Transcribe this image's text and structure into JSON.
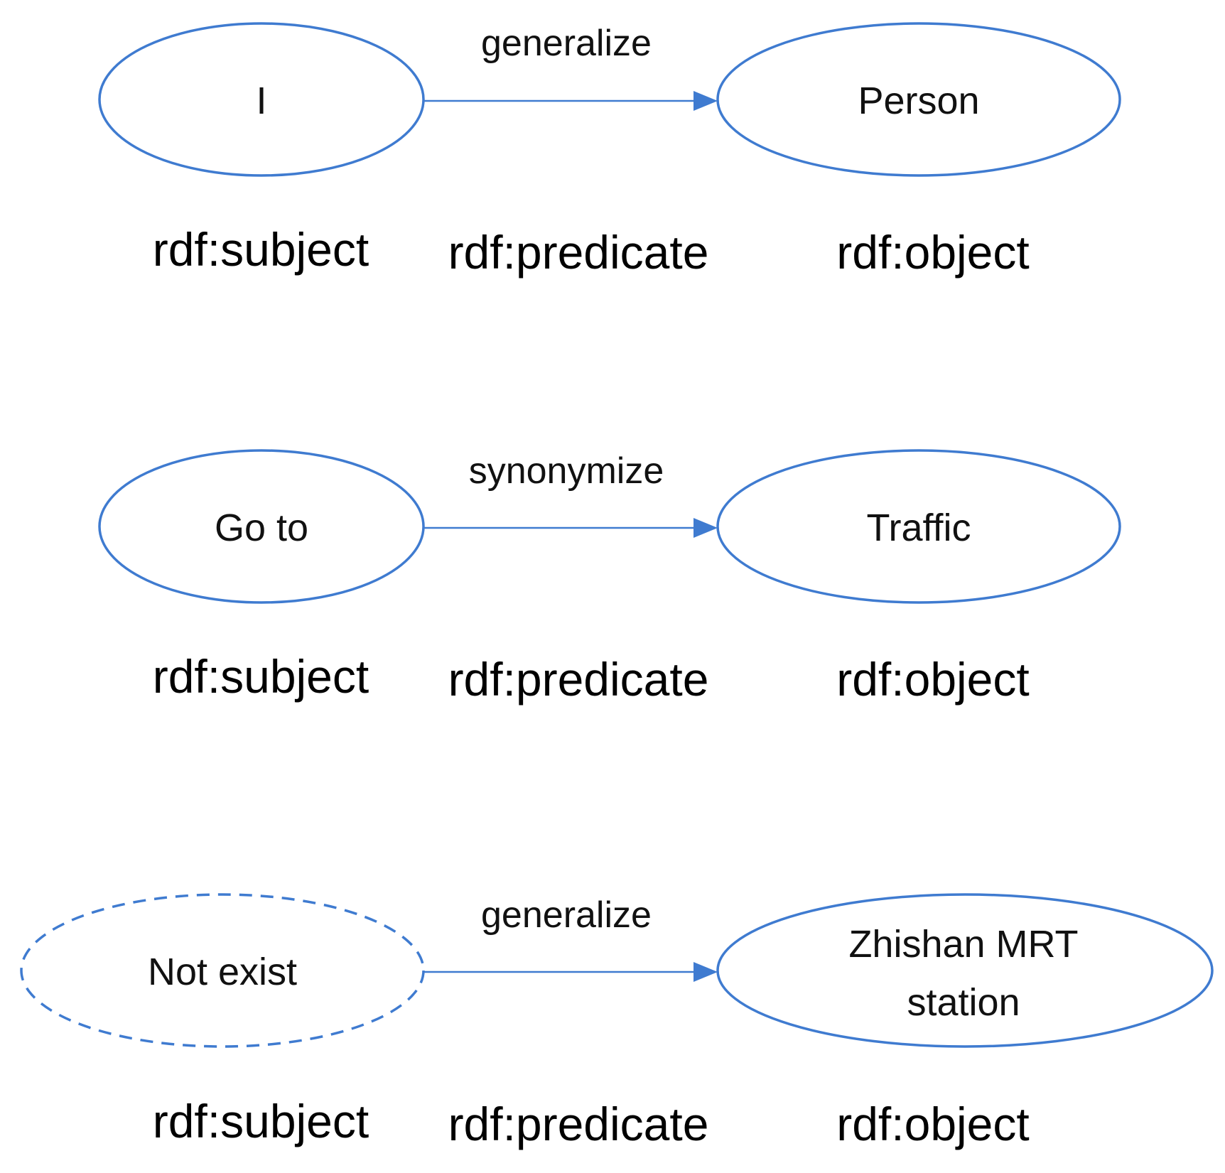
{
  "colors": {
    "stroke": "#3f7bd0",
    "text": "#111111"
  },
  "triples": [
    {
      "subject": "I",
      "subject_exists": true,
      "predicate": "generalize",
      "object_lines": [
        "Person"
      ],
      "roles": {
        "subject": "rdf:subject",
        "predicate": "rdf:predicate",
        "object": "rdf:object"
      }
    },
    {
      "subject": "Go to",
      "subject_exists": true,
      "predicate": "synonymize",
      "object_lines": [
        "Traffic"
      ],
      "roles": {
        "subject": "rdf:subject",
        "predicate": "rdf:predicate",
        "object": "rdf:object"
      }
    },
    {
      "subject": "Not exist",
      "subject_exists": false,
      "predicate": "generalize",
      "object_lines": [
        "Zhishan MRT",
        "station"
      ],
      "roles": {
        "subject": "rdf:subject",
        "predicate": "rdf:predicate",
        "object": "rdf:object"
      }
    }
  ]
}
